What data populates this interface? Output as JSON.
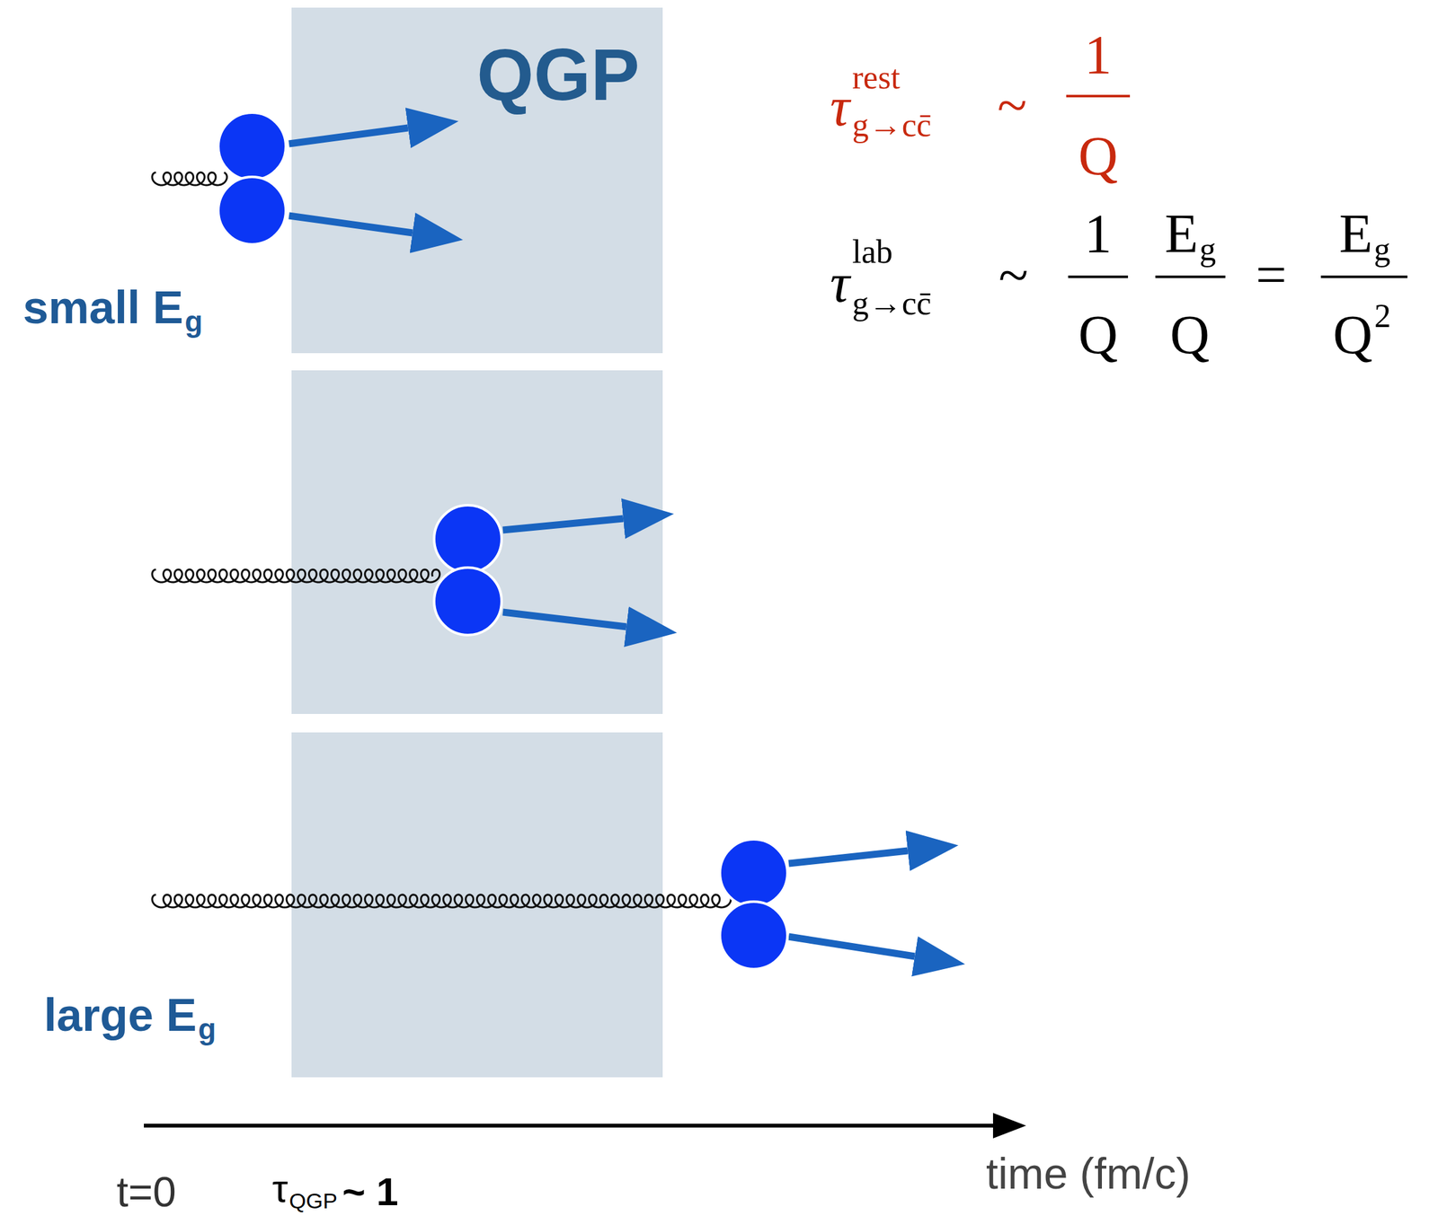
{
  "diagram": {
    "nodes": [
      {
        "text": [
          "QGP"
        ]
      }
    ],
    "labels": [
      "small E",
      "g",
      "large E",
      "g",
      "t=0",
      "τ",
      "QGP",
      "~ 1",
      "time (fm/c)",
      "τ",
      "rest",
      "g→cc̄",
      "~",
      "1",
      "Q",
      "τ",
      "lab",
      "g→cc̄",
      "~",
      "1",
      "Q",
      "E",
      "g",
      "Q",
      "=",
      "E",
      "g",
      "Q",
      "2"
    ]
  }
}
